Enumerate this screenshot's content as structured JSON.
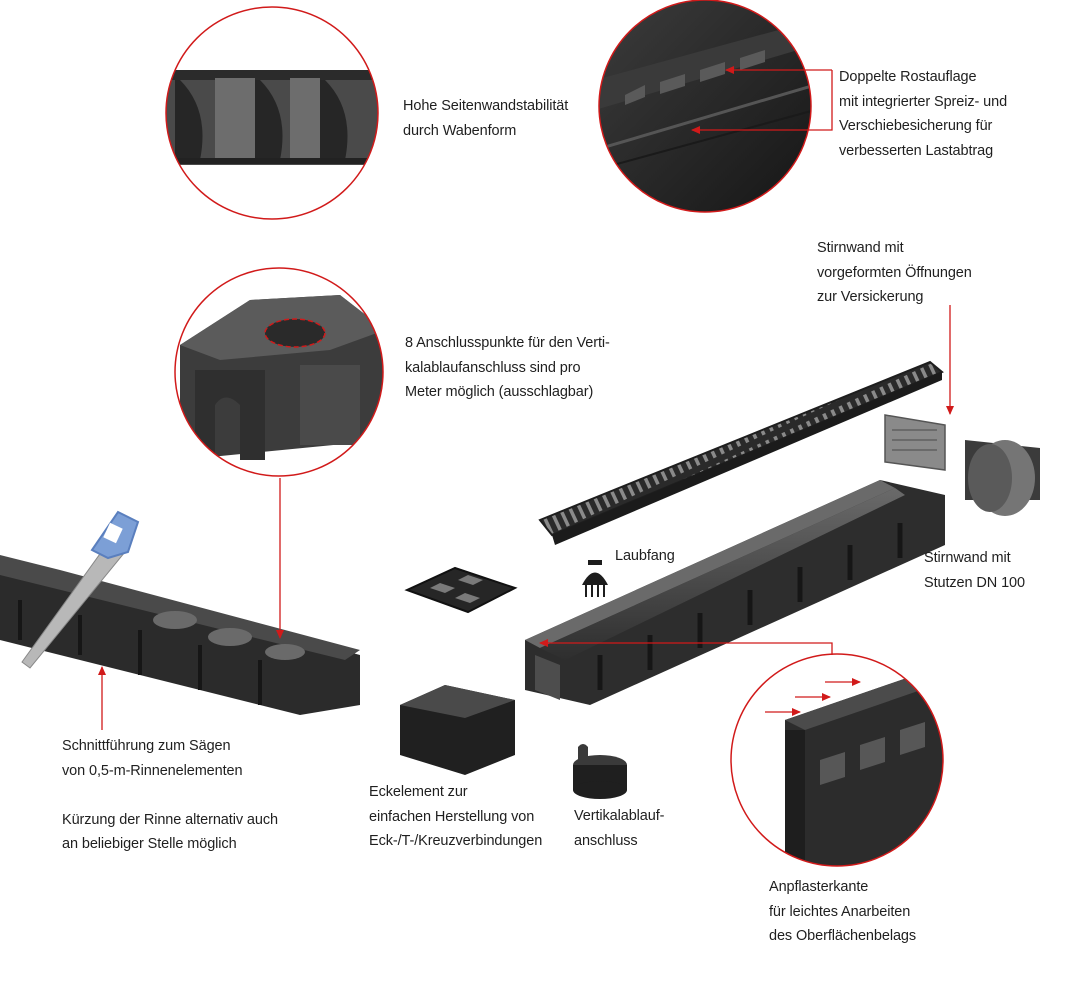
{
  "colors": {
    "accent_red": "#d11a1a",
    "plastic_dark": "#232323",
    "plastic_mid": "#3a3a3a",
    "plastic_light": "#5a5a5a",
    "saw_handle": "#7c9fd6",
    "text": "#1f1f1f"
  },
  "labels": {
    "wall_stability": [
      "Hohe Seitenwandstabilität",
      "durch Wabenform"
    ],
    "grate_support": [
      "Doppelte Rostauflage",
      "mit integrierter Spreiz- und",
      "Verschiebesicherung für",
      "verbesserten Lastabtrag"
    ],
    "end_wall_openings": [
      "Stirnwand mit",
      "vorgeformten Öffnungen",
      "zur Versickerung"
    ],
    "connection_points": [
      "8 Anschlusspunkte für den Verti-",
      "kalablaufanschluss sind pro",
      "Meter möglich (ausschlagbar)"
    ],
    "leaf_trap": [
      "Laubfang"
    ],
    "end_wall_spigot": [
      "Stirnwand mit",
      "Stutzen DN 100"
    ],
    "saw_guide": [
      "Schnittführung zum Sägen",
      "von 0,5-m-Rinnenelementen",
      "",
      "Kürzung der Rinne alternativ auch",
      "an beliebiger Stelle möglich"
    ],
    "corner_element": [
      "Eckelement zur",
      "einfachen Herstellung von",
      "Eck-/T-/Kreuzverbindungen"
    ],
    "vertical_outlet": [
      "Vertikalablauf-",
      "anschluss"
    ],
    "paving_edge": [
      "Anpflasterkante",
      "für leichtes Anarbeiten",
      "des Oberflächenbelags"
    ]
  }
}
